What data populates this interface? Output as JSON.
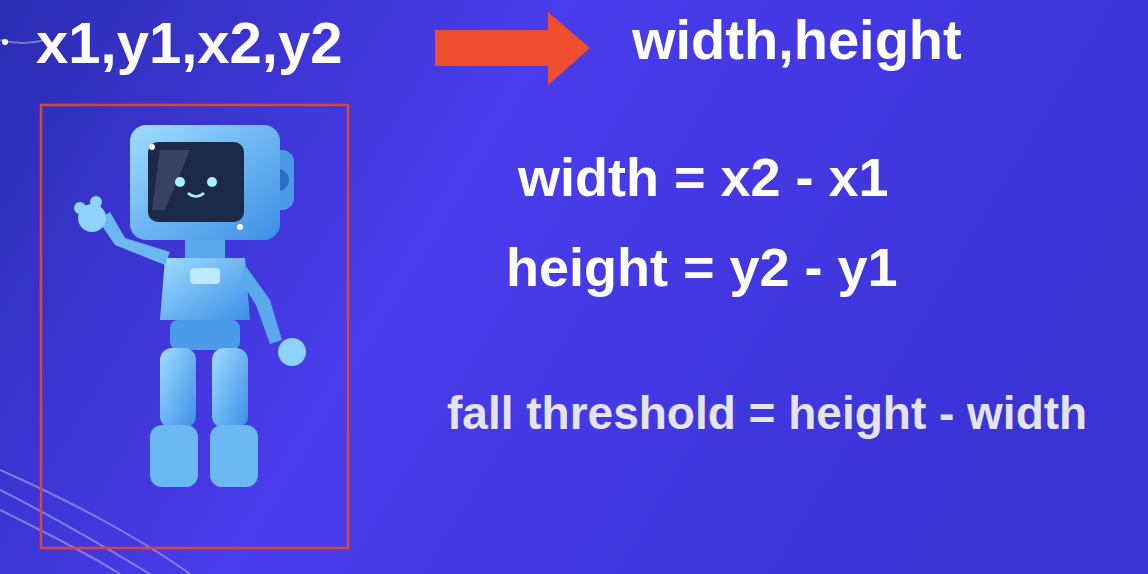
{
  "diagram": {
    "labels": [
      "x1,y1,x2,y2",
      "width,height",
      "width = x2 - x1",
      "height = y2 - y1",
      "fall threshold = height - width"
    ]
  }
}
